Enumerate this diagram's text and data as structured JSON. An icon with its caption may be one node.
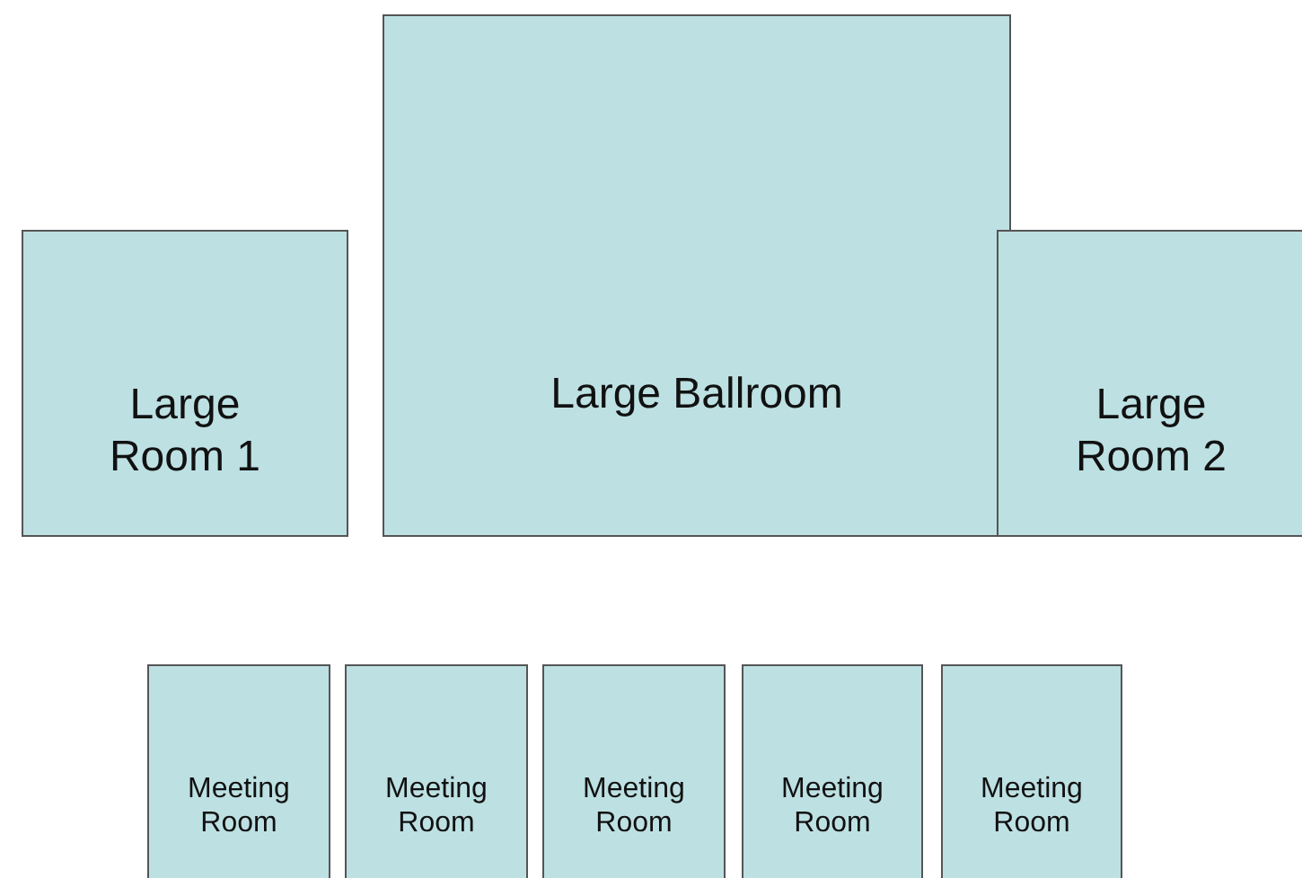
{
  "diagram": {
    "nodes": [
      {
        "text": [
          "Large Room 1"
        ]
      },
      {
        "text": [
          "Large Ballroom"
        ]
      },
      {
        "text": [
          "Large Room 2"
        ]
      },
      {
        "text": [
          "Meeting Room"
        ]
      },
      {
        "text": [
          "Meeting Room"
        ]
      },
      {
        "text": [
          "Meeting Room"
        ]
      },
      {
        "text": [
          "Meeting Room"
        ]
      },
      {
        "text": [
          "Meeting Room"
        ]
      }
    ]
  }
}
